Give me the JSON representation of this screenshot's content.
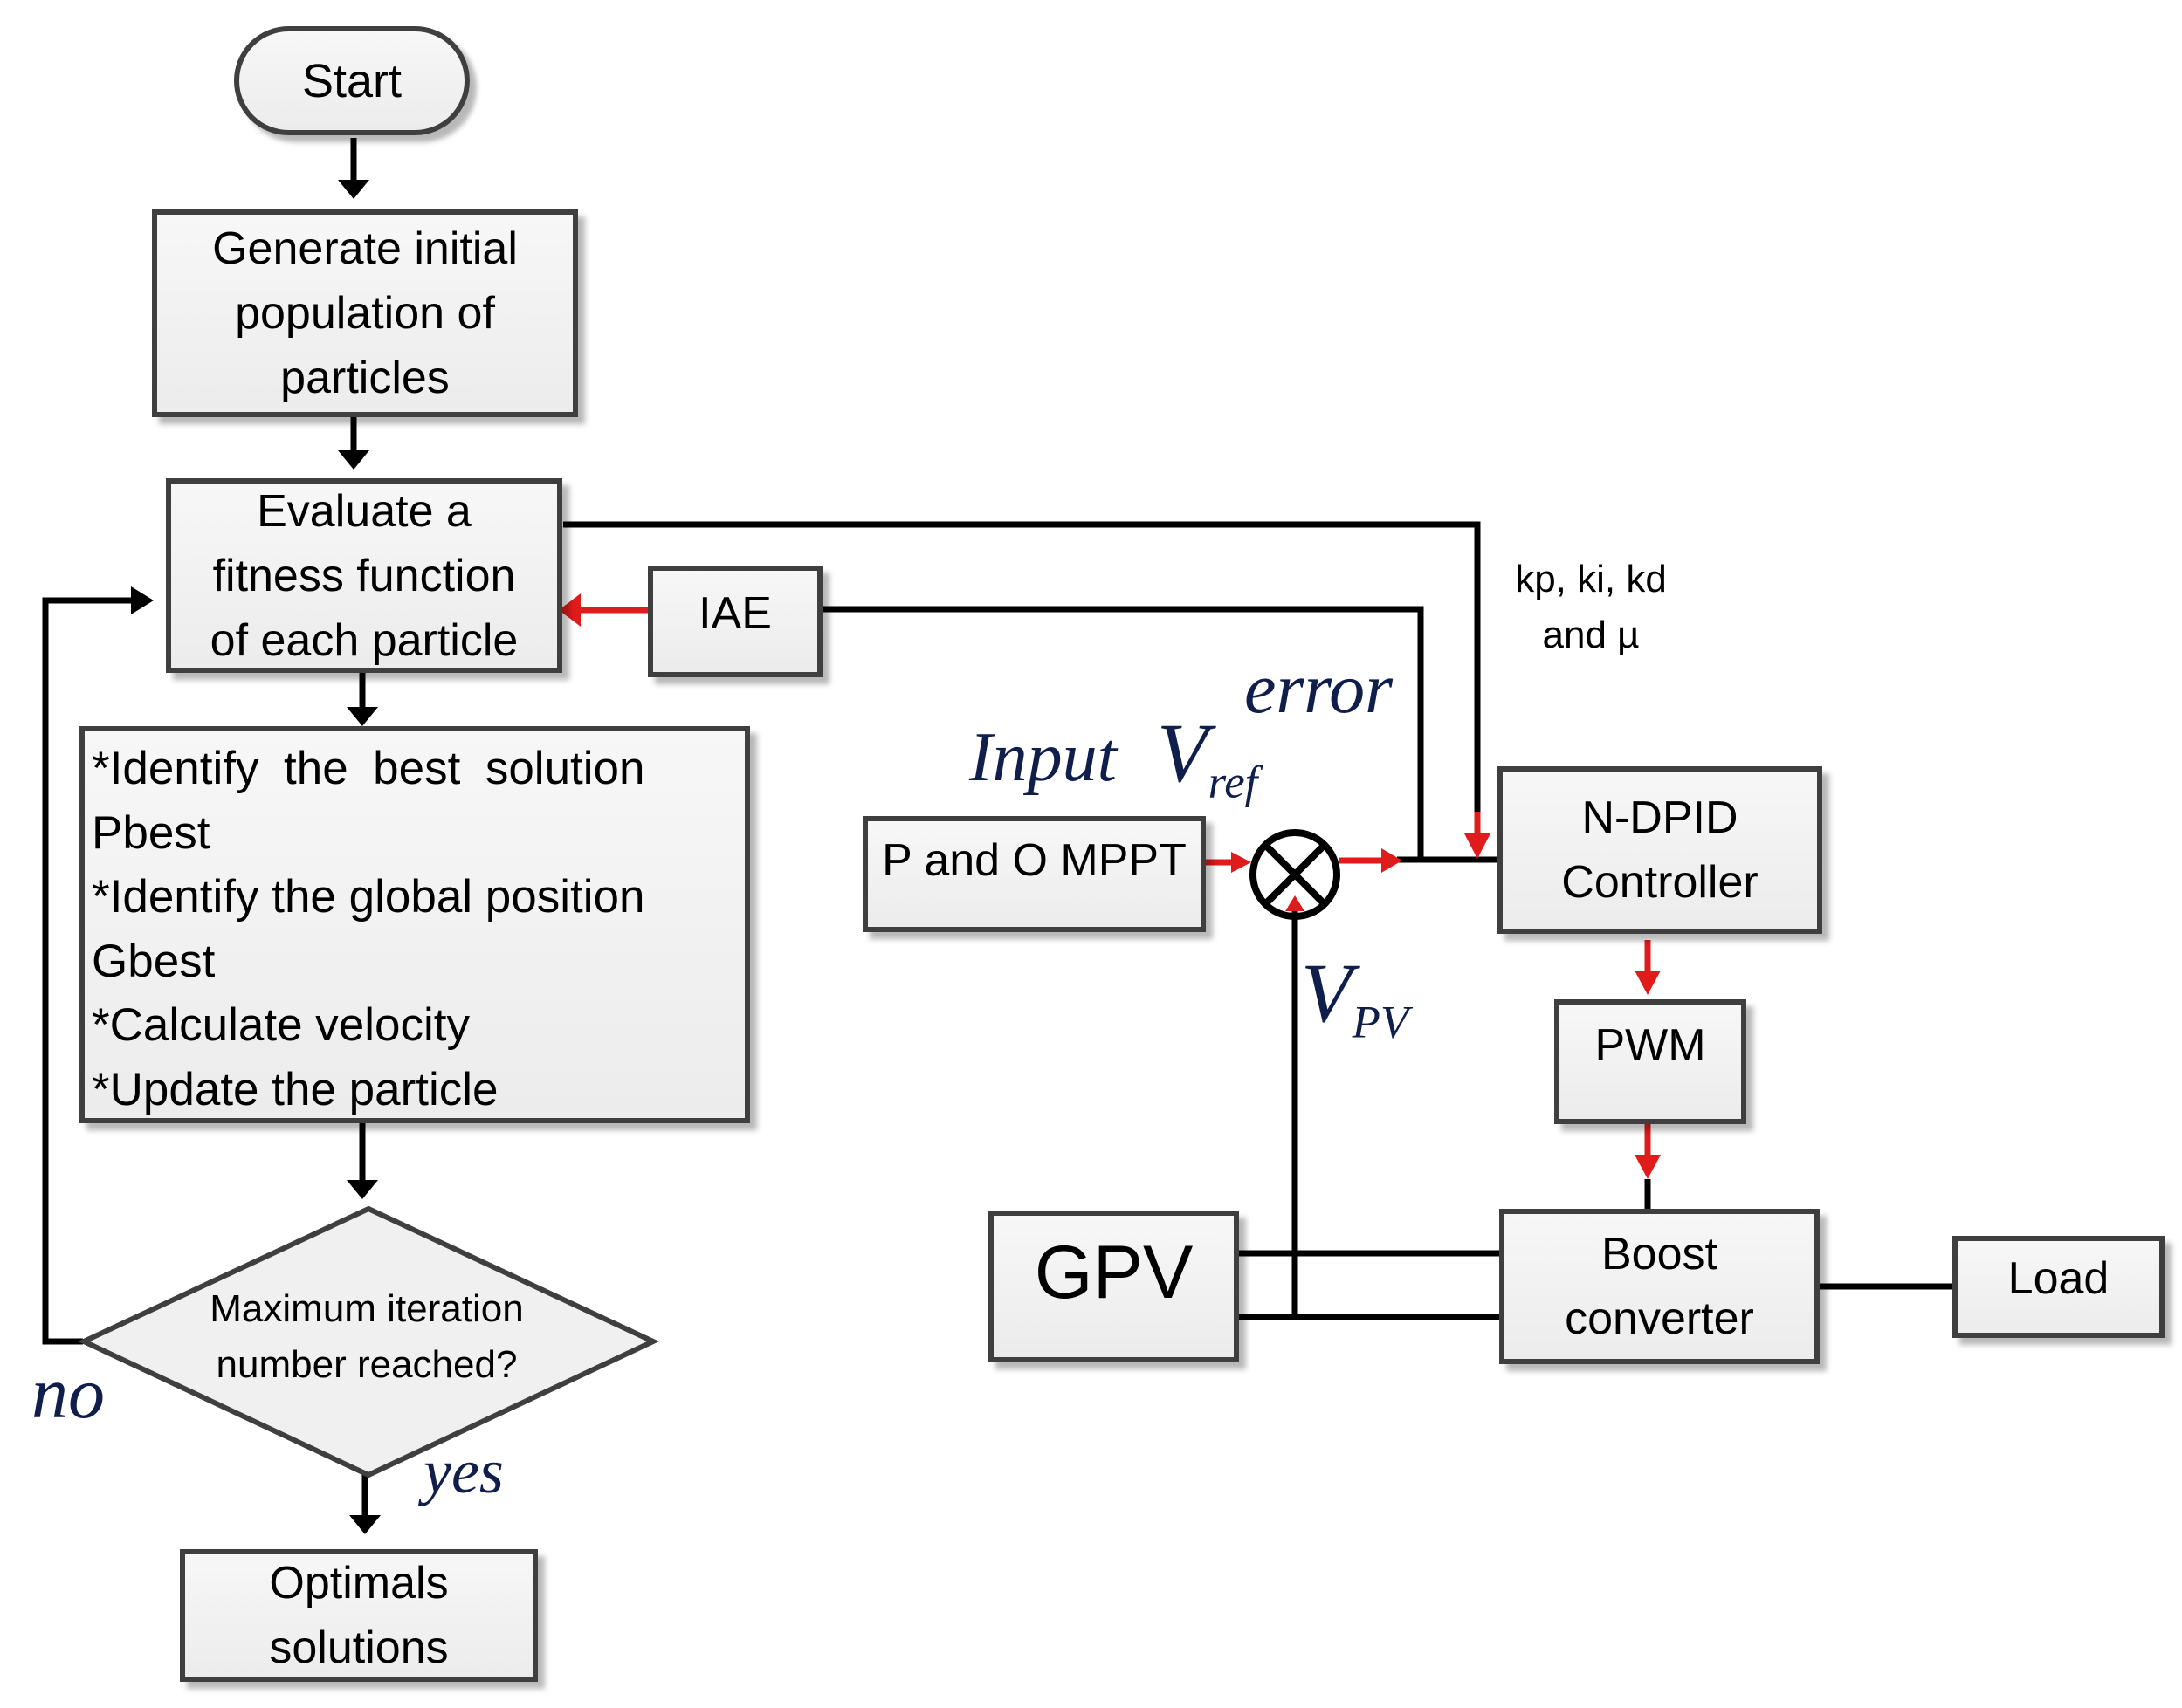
{
  "flowchart": {
    "start": "Start",
    "generate": "Generate initial\npopulation of\nparticles",
    "evaluate": "Evaluate a\nfitness function\nof each particle",
    "identify": [
      "*Identify the best solution",
      "Pbest",
      "*Identify the global position",
      "Gbest",
      "*Calculate  velocity",
      "*Update the particle"
    ],
    "decision": "Maximum iteration\nnumber reached?",
    "no_label": "no",
    "yes_label": "yes",
    "end": "Optimals\nsolutions"
  },
  "control": {
    "iae": "IAE",
    "mppt": "P and O MPPT",
    "input_label": "Input",
    "vref_v": "V",
    "vref_sub": "ref",
    "error_label": "error",
    "vpv_v": "V",
    "vpv_sub": "PV",
    "gains_line1": "kp, ki, kd",
    "gains_line2": "and  µ",
    "ndpid": "N-DPID\nController",
    "pwm": "PWM",
    "gpv": "GPV",
    "boost": "Boost\nconverter",
    "load": "Load"
  },
  "colors": {
    "line": "#000000",
    "signal": "#e01b1b",
    "box_border": "#3f3f3f",
    "box_fill": "#f2f2f2",
    "math_label": "#0f1e4a"
  }
}
